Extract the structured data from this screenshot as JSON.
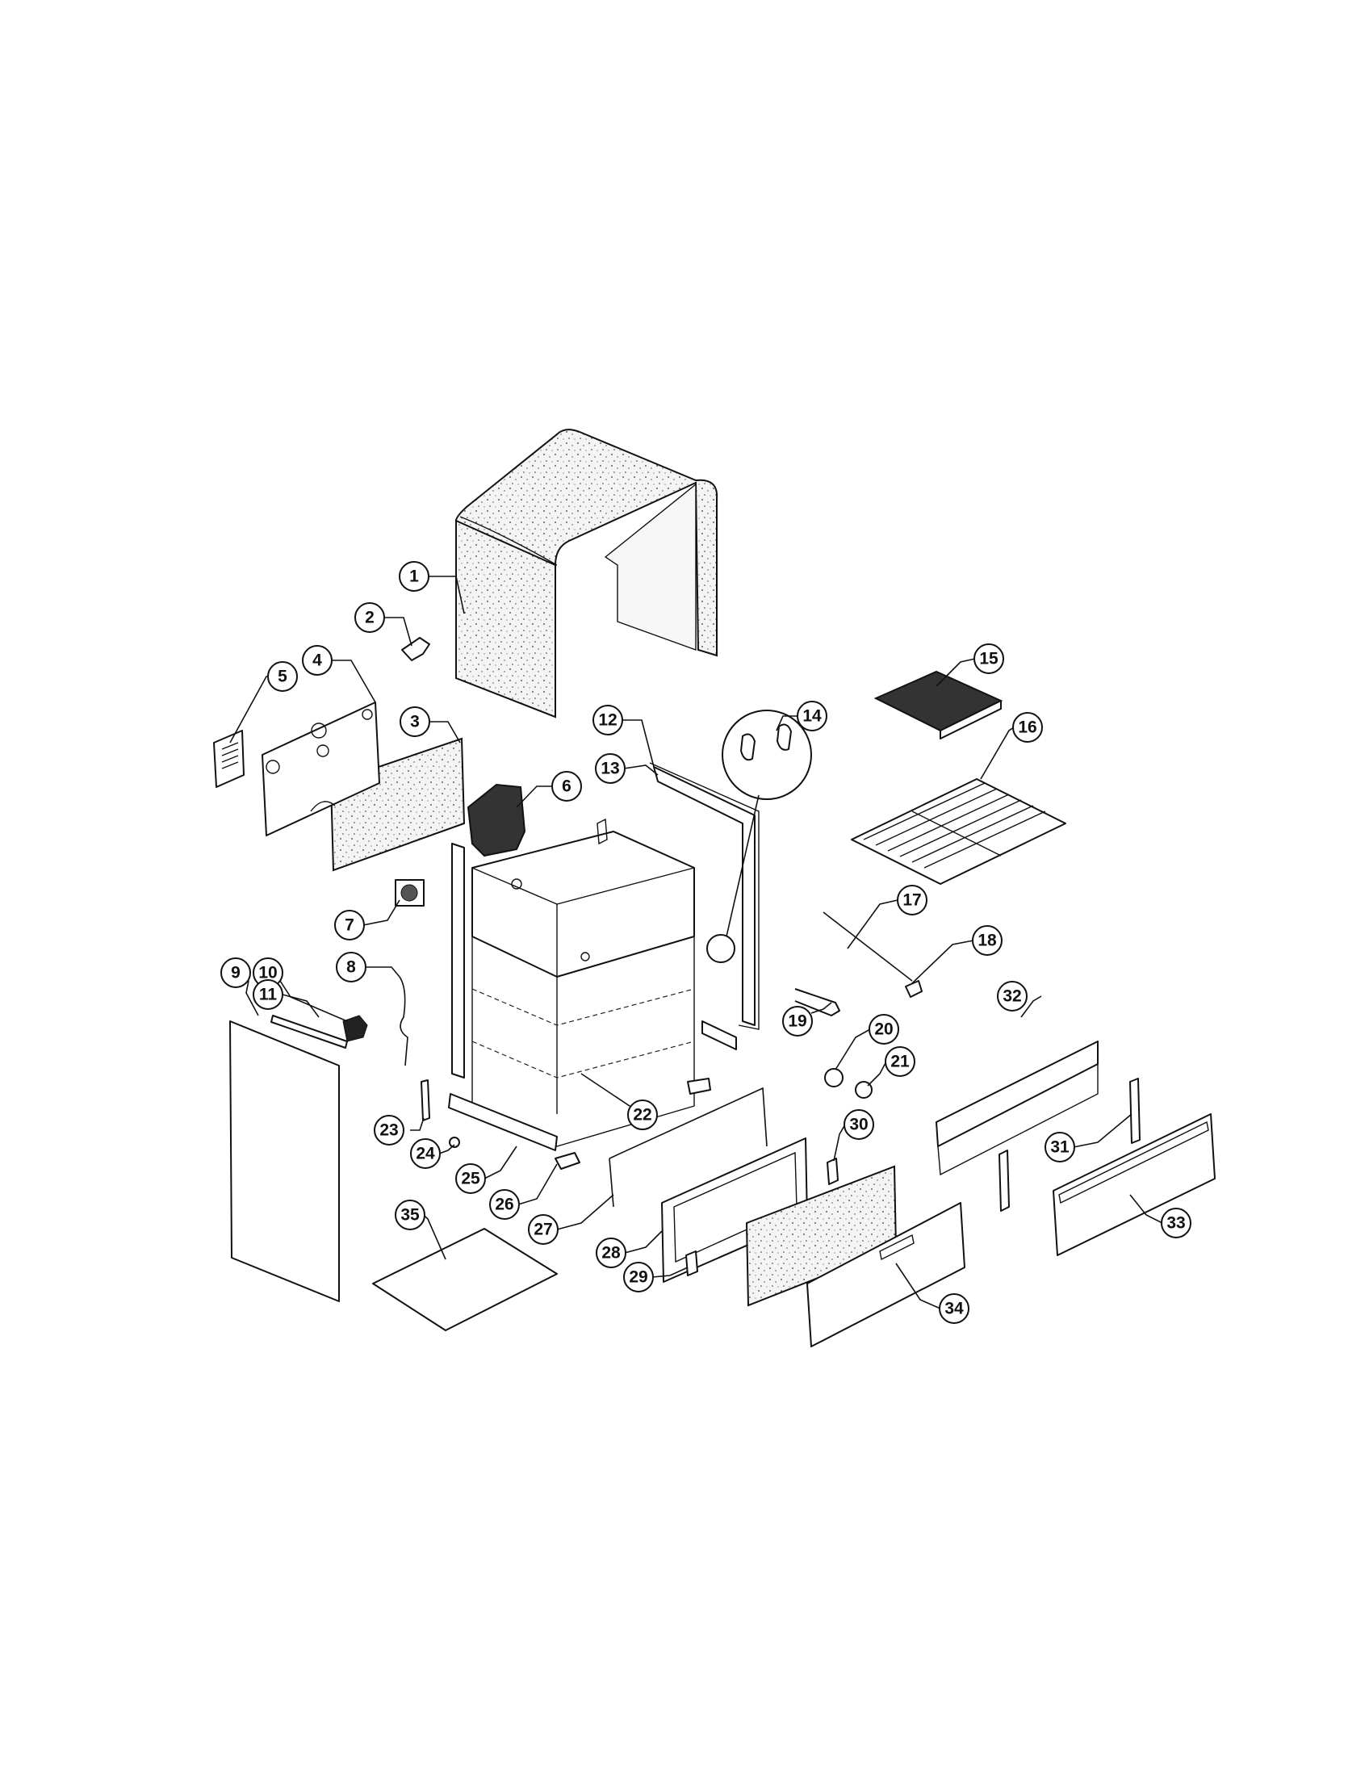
{
  "diagram": {
    "callouts": [
      {
        "id": "1",
        "label": "1"
      },
      {
        "id": "2",
        "label": "2"
      },
      {
        "id": "3",
        "label": "3"
      },
      {
        "id": "4",
        "label": "4"
      },
      {
        "id": "5",
        "label": "5"
      },
      {
        "id": "6",
        "label": "6"
      },
      {
        "id": "7",
        "label": "7"
      },
      {
        "id": "8",
        "label": "8"
      },
      {
        "id": "9",
        "label": "9"
      },
      {
        "id": "10",
        "label": "10"
      },
      {
        "id": "11",
        "label": "11"
      },
      {
        "id": "12",
        "label": "12"
      },
      {
        "id": "13",
        "label": "13"
      },
      {
        "id": "14",
        "label": "14"
      },
      {
        "id": "15",
        "label": "15"
      },
      {
        "id": "16",
        "label": "16"
      },
      {
        "id": "17",
        "label": "17"
      },
      {
        "id": "18",
        "label": "18"
      },
      {
        "id": "19",
        "label": "19"
      },
      {
        "id": "20",
        "label": "20"
      },
      {
        "id": "21",
        "label": "21"
      },
      {
        "id": "22",
        "label": "22"
      },
      {
        "id": "23",
        "label": "23"
      },
      {
        "id": "24",
        "label": "24"
      },
      {
        "id": "25",
        "label": "25"
      },
      {
        "id": "26",
        "label": "26"
      },
      {
        "id": "27",
        "label": "27"
      },
      {
        "id": "28",
        "label": "28"
      },
      {
        "id": "29",
        "label": "29"
      },
      {
        "id": "30",
        "label": "30"
      },
      {
        "id": "31",
        "label": "31"
      },
      {
        "id": "32",
        "label": "32"
      },
      {
        "id": "33",
        "label": "33"
      },
      {
        "id": "34",
        "label": "34"
      },
      {
        "id": "35",
        "label": "35"
      }
    ]
  }
}
